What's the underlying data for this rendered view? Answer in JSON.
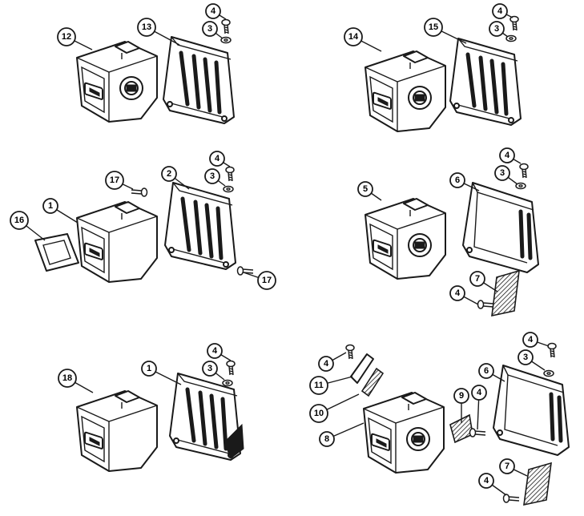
{
  "callouts": [
    {
      "id": "c-12",
      "label": "12"
    },
    {
      "id": "c-13",
      "label": "13"
    },
    {
      "id": "c-4a",
      "label": "4"
    },
    {
      "id": "c-3a",
      "label": "3"
    },
    {
      "id": "c-14",
      "label": "14"
    },
    {
      "id": "c-15",
      "label": "15"
    },
    {
      "id": "c-4b",
      "label": "4"
    },
    {
      "id": "c-3b",
      "label": "3"
    },
    {
      "id": "c-17a",
      "label": "17"
    },
    {
      "id": "c-4c",
      "label": "4"
    },
    {
      "id": "c-3c",
      "label": "3"
    },
    {
      "id": "c-2",
      "label": "2"
    },
    {
      "id": "c-1a",
      "label": "1"
    },
    {
      "id": "c-16",
      "label": "16"
    },
    {
      "id": "c-17b",
      "label": "17"
    },
    {
      "id": "c-4d",
      "label": "4"
    },
    {
      "id": "c-3d",
      "label": "3"
    },
    {
      "id": "c-5",
      "label": "5"
    },
    {
      "id": "c-6a",
      "label": "6"
    },
    {
      "id": "c-7a",
      "label": "7"
    },
    {
      "id": "c-4e",
      "label": "4"
    },
    {
      "id": "c-4f",
      "label": "4"
    },
    {
      "id": "c-3e",
      "label": "3"
    },
    {
      "id": "c-18",
      "label": "18"
    },
    {
      "id": "c-1b",
      "label": "1"
    },
    {
      "id": "c-4g",
      "label": "4"
    },
    {
      "id": "c-4h",
      "label": "4"
    },
    {
      "id": "c-3f",
      "label": "3"
    },
    {
      "id": "c-11",
      "label": "11"
    },
    {
      "id": "c-6b",
      "label": "6"
    },
    {
      "id": "c-9",
      "label": "9"
    },
    {
      "id": "c-4i",
      "label": "4"
    },
    {
      "id": "c-10",
      "label": "10"
    },
    {
      "id": "c-8",
      "label": "8"
    },
    {
      "id": "c-7b",
      "label": "7"
    },
    {
      "id": "c-4j",
      "label": "4"
    }
  ],
  "colors": {
    "line": "#1a1a1a",
    "background": "#ffffff"
  }
}
